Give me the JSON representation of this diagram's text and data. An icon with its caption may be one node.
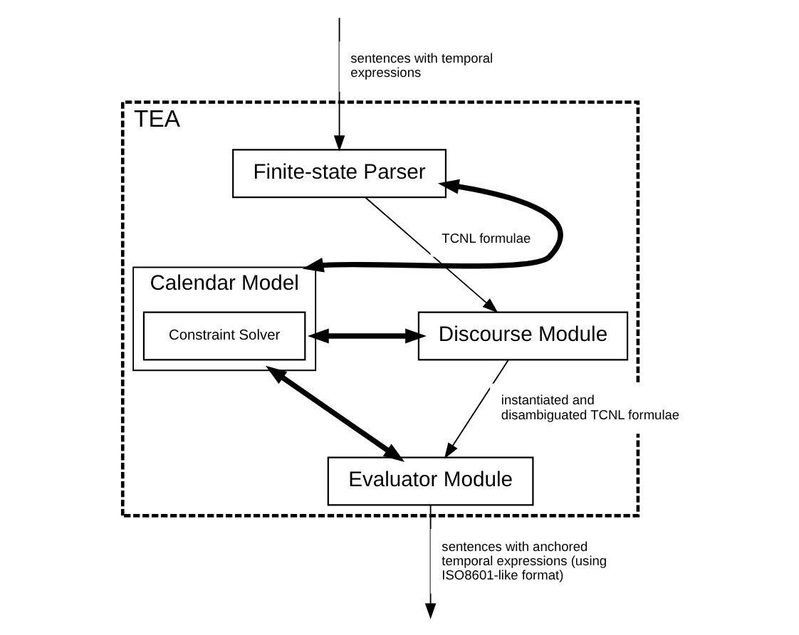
{
  "diagram": {
    "nodes": [
      {
        "text": [
          "TEA"
        ]
      },
      {
        "text": [
          "Finite-state Parser"
        ],
        "in": 0
      },
      {
        "text": [
          "Calendar Model"
        ],
        "in": 0
      },
      {
        "text": [
          "Constraint Solver"
        ],
        "in": 2
      },
      {
        "text": [
          "Discourse Module"
        ],
        "in": 0
      },
      {
        "text": [
          "Evaluator Module"
        ],
        "in": 0
      }
    ],
    "edges": [
      {
        "from": null,
        "to": 1,
        "arrow": "to",
        "label": "sentences with temporal expressions"
      },
      {
        "from": 1,
        "to": 4,
        "arrow": "to",
        "label": "TCNL formulae"
      },
      {
        "from": 4,
        "to": 5,
        "arrow": "to",
        "label": "instantiated and disambiguated TCNL formulae"
      },
      {
        "from": 5,
        "to": null,
        "arrow": "to",
        "label": "sentences with anchored temporal expressions (using ISO8601-like format)"
      },
      {
        "from": 2,
        "to": 1,
        "arrow": "both",
        "style": "thick"
      },
      {
        "from": 2,
        "to": 4,
        "arrow": "both",
        "style": "thick"
      },
      {
        "from": 2,
        "to": 5,
        "arrow": "both",
        "style": "thick"
      }
    ]
  }
}
